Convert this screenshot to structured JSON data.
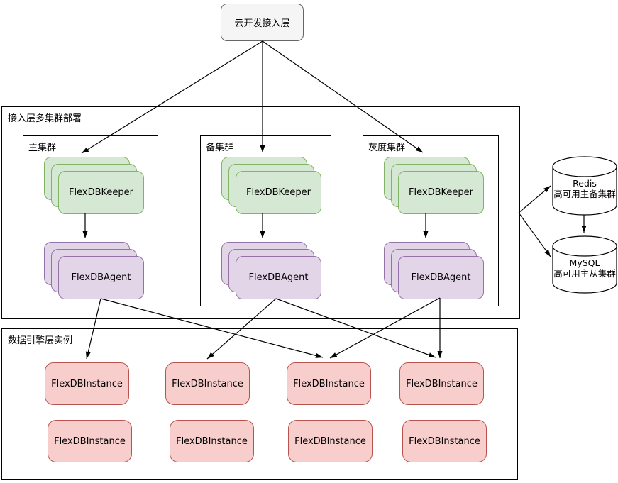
{
  "top_node": {
    "label": "云开发接入层"
  },
  "access_layer": {
    "label": "接入层多集群部署",
    "clusters": [
      {
        "label": "主集群",
        "keeper_label": "FlexDBKeeper",
        "agent_label": "FlexDBAgent"
      },
      {
        "label": "备集群",
        "keeper_label": "FlexDBKeeper",
        "agent_label": "FlexDBAgent"
      },
      {
        "label": "灰度集群",
        "keeper_label": "FlexDBKeeper",
        "agent_label": "FlexDBAgent"
      }
    ]
  },
  "data_layer": {
    "label": "数据引擎层实例",
    "instances": [
      {
        "label": "FlexDBInstance"
      },
      {
        "label": "FlexDBInstance"
      },
      {
        "label": "FlexDBInstance"
      },
      {
        "label": "FlexDBInstance"
      },
      {
        "label": "FlexDBInstance"
      },
      {
        "label": "FlexDBInstance"
      },
      {
        "label": "FlexDBInstance"
      },
      {
        "label": "FlexDBInstance"
      }
    ]
  },
  "databases": [
    {
      "name": "Redis",
      "desc": "高可用主备集群"
    },
    {
      "name": "MySQL",
      "desc": "高可用主从集群"
    }
  ],
  "edges": [
    {
      "from": "云开发接入层",
      "to": "主集群 FlexDBKeeper"
    },
    {
      "from": "云开发接入层",
      "to": "备集群 FlexDBKeeper"
    },
    {
      "from": "云开发接入层",
      "to": "灰度集群 FlexDBKeeper"
    },
    {
      "from": "主集群 FlexDBKeeper",
      "to": "主集群 FlexDBAgent"
    },
    {
      "from": "备集群 FlexDBKeeper",
      "to": "备集群 FlexDBAgent"
    },
    {
      "from": "灰度集群 FlexDBKeeper",
      "to": "灰度集群 FlexDBAgent"
    },
    {
      "from": "主集群 FlexDBAgent",
      "to": "FlexDBInstance 1"
    },
    {
      "from": "主集群 FlexDBAgent",
      "to": "FlexDBInstance 3"
    },
    {
      "from": "备集群 FlexDBAgent",
      "to": "FlexDBInstance 2"
    },
    {
      "from": "备集群 FlexDBAgent",
      "to": "FlexDBInstance 4"
    },
    {
      "from": "灰度集群 FlexDBAgent",
      "to": "FlexDBInstance 3"
    },
    {
      "from": "灰度集群 FlexDBAgent",
      "to": "FlexDBInstance 4"
    },
    {
      "from": "接入层多集群部署",
      "to": "Redis 高可用主备集群"
    },
    {
      "from": "接入层多集群部署",
      "to": "MySQL 高可用主从集群"
    },
    {
      "from": "Redis 高可用主备集群",
      "to": "MySQL 高可用主从集群"
    }
  ],
  "colors": {
    "green_fill": "#d5e8d4",
    "green_stroke": "#82b366",
    "purple_fill": "#e1d5e7",
    "purple_stroke": "#9673a6",
    "red_fill": "#f8cecc",
    "red_stroke": "#b85450",
    "node_gray_fill": "#f5f5f5",
    "node_gray_stroke": "#666666",
    "line_color": "#000000"
  }
}
